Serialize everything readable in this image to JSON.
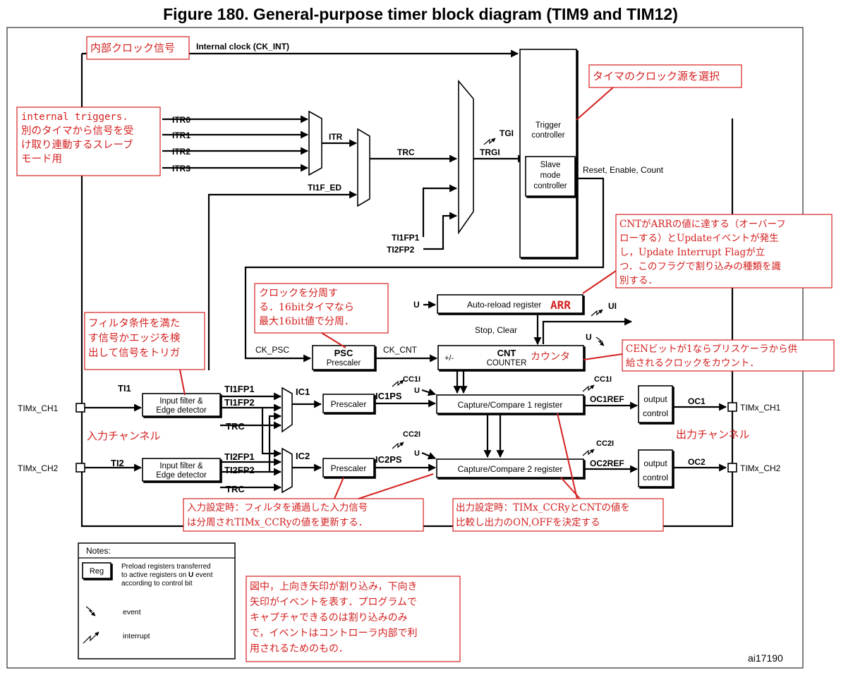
{
  "title": "Figure 180. General-purpose timer block diagram (TIM9 and TIM12)",
  "figure_id": "ai17190",
  "signals": {
    "internal_clock": "Internal clock (CK_INT)",
    "itr0": "ITR0",
    "itr1": "ITR1",
    "itr2": "ITR2",
    "itr3": "ITR3",
    "itr": "ITR",
    "trc": "TRC",
    "ti1f_ed": "TI1F_ED",
    "tgi": "TGI",
    "trgi": "TRGI",
    "ti1fp1_mux": "TI1FP1",
    "ti2fp2_mux": "TI2FP2",
    "reset_enable_count": "Reset, Enable, Count",
    "u_arr": "U",
    "ui": "UI",
    "u_out": "U",
    "stop_clear": "Stop, Clear",
    "ck_psc": "CK_PSC",
    "ck_cnt": "CK_CNT",
    "ti1": "TI1",
    "ti2": "TI2",
    "ch1_ti1fp1": "TI1FP1",
    "ch1_ti1fp2": "TI1FP2",
    "ch1_trc": "TRC",
    "ch2_ti2fp1": "TI2FP1",
    "ch2_ti2fp2": "TI2FP2",
    "ch2_trc": "TRC",
    "ic1": "IC1",
    "ic2": "IC2",
    "ic1ps": "IC1PS",
    "ic2ps": "IC2PS",
    "cc1i_in": "CC1I",
    "cc2i_in": "CC2I",
    "u_cc1": "U",
    "u_cc2": "U",
    "cc1i_out": "CC1I",
    "cc2i_out": "CC2I",
    "oc1ref": "OC1REF",
    "oc2ref": "OC2REF",
    "oc1": "OC1",
    "oc2": "OC2",
    "timx_ch1_in": "TIMx_CH1",
    "timx_ch2_in": "TIMx_CH2",
    "timx_ch1_out": "TIMx_CH1",
    "timx_ch2_out": "TIMx_CH2"
  },
  "blocks": {
    "trigger_controller": [
      "Trigger",
      "controller"
    ],
    "slave_mode": [
      "Slave",
      "mode",
      "controller"
    ],
    "auto_reload": "Auto-reload register",
    "arr": "ARR",
    "psc": "PSC",
    "prescaler": "Prescaler",
    "cnt": "CNT",
    "counter": "COUNTER",
    "plus_minus": "+/-",
    "counter_jp": "カウンタ",
    "input_filter": [
      "Input filter &",
      "Edge detector"
    ],
    "ic_prescaler": "Prescaler",
    "cc1_reg": "Capture/Compare 1 register",
    "cc2_reg": "Capture/Compare 2 register",
    "output_control": [
      "output",
      "control"
    ]
  },
  "notes": {
    "heading": "Notes:",
    "reg": "Reg",
    "preload": [
      "Preload registers transferred",
      "to active registers on",
      "U",
      "event",
      "according to control bit"
    ],
    "event": "event",
    "interrupt": "interrupt"
  },
  "annotations": {
    "internal_clock": "内部クロック信号",
    "clock_source": "タイマのクロック源を選択",
    "internal_triggers": [
      "internal triggers.",
      "別のタイマから信号を受",
      "け取り連動するスレーブ",
      "モード用"
    ],
    "overflow": [
      "CNTがARRの値に達する（オーバーフ",
      "ローする）とUpdateイベントが発生",
      "し，Update Interrupt Flagが立",
      "つ．このフラグで割り込みの種類を識",
      "別する．"
    ],
    "prescaler": [
      "クロックを分周す",
      "る．16bitタイマなら",
      "最大16bit値で分周．"
    ],
    "filter": [
      "フィルタ条件を満た",
      "す信号かエッジを検",
      "出して信号をトリガ"
    ],
    "cen": [
      "CENビットが1ならプリスケーラから供",
      "給されるクロックをカウント．"
    ],
    "input_channel": "入力チャンネル",
    "output_channel": "出力チャンネル",
    "input_setting": [
      "入力設定時：フィルタを通過した入力信号",
      "は分周されTIMx_CCRyの値を更新する．"
    ],
    "output_setting": [
      "出力設定時：TIMx_CCRyとCNTの値を",
      "比較し出力のON,OFFを決定する"
    ],
    "arrows_note": [
      "図中，上向き矢印が割り込み，下向き",
      "矢印がイベントを表す．プログラムで",
      "キャプチャできるのは割り込みのみ",
      "で，イベントはコントローラ内部で利",
      "用されるためのもの．"
    ]
  }
}
